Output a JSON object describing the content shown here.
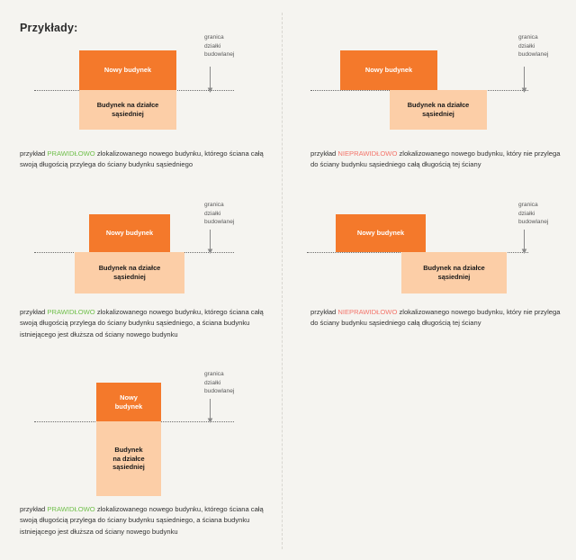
{
  "page": {
    "title": "Przykłady:",
    "background_color": "#F5F4F0"
  },
  "colors": {
    "new_building": "#F4792B",
    "neighbour_building": "#FCCEA7",
    "correct_keyword": "#6FBF4A",
    "incorrect_keyword": "#F4756B",
    "boundary_line": "#6b6b6b",
    "divider": "#D8D6D0"
  },
  "labels": {
    "new_building": "Nowy budynek",
    "new_building_two_line": "Nowy\nbudynek",
    "neighbour_building": "Budynek na działce\nsąsiedniej",
    "neighbour_building_three_line": "Budynek\nna działce\nsąsiedniej",
    "boundary_note": "granica\ndziałki\nbudowlanej"
  },
  "examples": [
    {
      "id": "top-left",
      "verdict": "PRAWIDŁOWO",
      "verdict_type": "correct",
      "caption_before": "przykład ",
      "caption_after": " zlokalizowanego nowego budynku, którego ściana całą swoją długością przylega do ściany budynku sąsiedniego",
      "new_building_label": "Nowy budynek",
      "neighbour_building_label": "Budynek na działce\nsąsiedniej",
      "boundary_note": "granica\ndziałki\nbudowlanej"
    },
    {
      "id": "top-right",
      "verdict": "NIEPRAWIDŁOWO",
      "verdict_type": "incorrect",
      "caption_before": "przykład ",
      "caption_after": " zlokalizowanego nowego budynku, który nie przylega do ściany budynku sąsiedniego całą długością tej ściany",
      "new_building_label": "Nowy budynek",
      "neighbour_building_label": "Budynek na działce\nsąsiedniej",
      "boundary_note": "granica\ndziałki\nbudowlanej"
    },
    {
      "id": "middle-left",
      "verdict": "PRAWIDŁOWO",
      "verdict_type": "correct",
      "caption_before": "przykład ",
      "caption_after": " zlokalizowanego nowego budynku, którego ściana całą swoją długością przylega do ściany budynku sąsiedniego, a ściana budynku istniejącego jest dłuższa od ściany nowego budynku",
      "new_building_label": "Nowy budynek",
      "neighbour_building_label": "Budynek na działce\nsąsiedniej",
      "boundary_note": "granica\ndziałki\nbudowlanej"
    },
    {
      "id": "middle-right",
      "verdict": "NIEPRAWIDŁOWO",
      "verdict_type": "incorrect",
      "caption_before": "przykład ",
      "caption_after": " zlokalizowanego nowego budynku, który nie przylega do ściany budynku sąsiedniego całą długością tej ściany",
      "new_building_label": "Nowy budynek",
      "neighbour_building_label": "Budynek na działce\nsąsiedniej",
      "boundary_note": "granica\ndziałki\nbudowlanej"
    },
    {
      "id": "bottom-left",
      "verdict": "PRAWIDŁOWO",
      "verdict_type": "correct",
      "caption_before": "przykład ",
      "caption_after": " zlokalizowanego nowego budynku, którego ściana całą swoją długością przylega do ściany budynku sąsiedniego, a ściana budynku istniejącego jest dłuższa od ściany nowego budynku",
      "new_building_label": "Nowy\nbudynek",
      "neighbour_building_label": "Budynek\nna działce\nsąsiedniej",
      "boundary_note": "granica\ndziałki\nbudowlanej"
    }
  ]
}
